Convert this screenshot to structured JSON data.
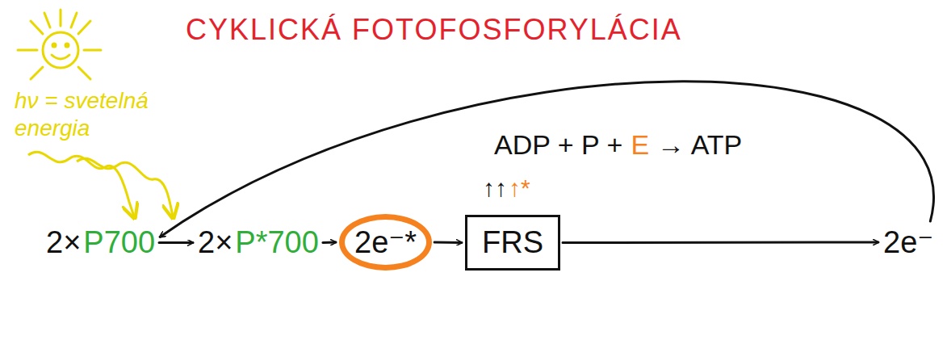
{
  "diagram": {
    "title": "CYKLICKÁ FOTOFOSFORYLÁCIA",
    "nodes": [
      {
        "text": [
          "2×",
          "P700"
        ]
      },
      {
        "text": [
          "2×",
          "P*700"
        ]
      },
      {
        "text": [
          "2e⁻*"
        ]
      },
      {
        "text": [
          "FRS"
        ]
      },
      {
        "text": [
          "2e⁻"
        ]
      }
    ],
    "edges": [
      {
        "from": 0,
        "to": 1,
        "arrow": "to"
      },
      {
        "from": 1,
        "to": 2,
        "arrow": "to"
      },
      {
        "from": 2,
        "to": 3,
        "arrow": "to"
      },
      {
        "from": 3,
        "to": 4,
        "arrow": "to"
      },
      {
        "from": 4,
        "to": 0,
        "arrow": "to"
      }
    ],
    "labels": [
      "hν = svetelná energia",
      "ADP + P +",
      "E",
      "→ ATP",
      "↑↑",
      "↑*"
    ]
  }
}
